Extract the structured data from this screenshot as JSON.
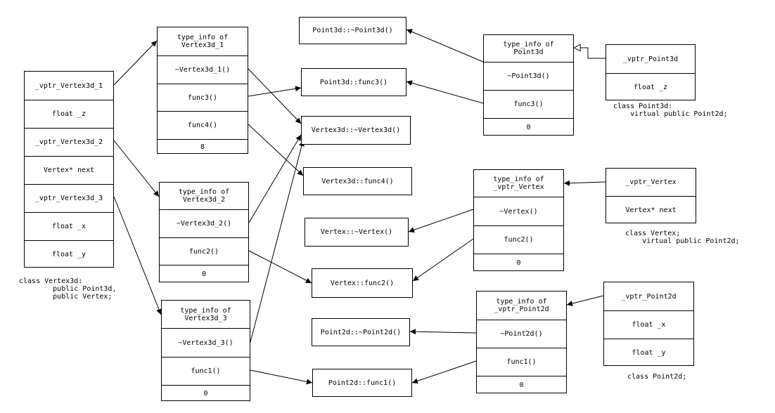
{
  "vertex3d_object": {
    "rows": [
      "_vptr_Vertex3d_1",
      "float _z",
      "_vptr_Vertex3d_2",
      "Vertex* next",
      "_vptr_Vertex3d_3",
      "float _x",
      "float _y"
    ],
    "caption": "class Vertex3d:\n        public Point3d,\n        public Vertex;"
  },
  "vtable_vertex3d_1": {
    "header": "type_info of\nVertex3d_1",
    "rows": [
      "~Vertex3d_1()",
      "func3()",
      "func4()",
      "8"
    ]
  },
  "vtable_vertex3d_2": {
    "header": "type_info of\nVertex3d_2",
    "rows": [
      "~Vertex3d_2()",
      "func2()",
      "0"
    ]
  },
  "vtable_vertex3d_3": {
    "header": "type_info of\nVertex3d_3",
    "rows": [
      "~Vertex3d_3()",
      "func1()",
      "0"
    ]
  },
  "functions": {
    "point3d_dtor": "Point3d::~Point3d()",
    "point3d_func3": "Point3d::func3()",
    "vertex3d_dtor": "Vertex3d::~Vertex3d()",
    "vertex3d_func4": "Vertex3d::func4()",
    "vertex_dtor": "Vertex::~Vertex()",
    "vertex_func2": "Vertex::func2()",
    "point2d_dtor": "Point2d::~Point2d()",
    "point2d_func1": "Point2d::func1()"
  },
  "vtable_point3d": {
    "header": "type_info of\nPoint3d",
    "rows": [
      "~Point3d()",
      "func3()",
      "0"
    ]
  },
  "vtable_vertex": {
    "header": "type_info of\n_vptr_Vertex",
    "rows": [
      "~Vertex()",
      "func2()",
      "0"
    ]
  },
  "vtable_point2d": {
    "header": "type_info of\n_vptr_Point2d",
    "rows": [
      "~Point2d()",
      "func1()",
      "0"
    ]
  },
  "point3d_object": {
    "rows": [
      "_vptr_Point3d",
      "float _z"
    ],
    "caption": "class Point3d:\n    virtual public Point2d;"
  },
  "vertex_object": {
    "rows": [
      "_vptr_Vertex",
      "Vertex* next"
    ],
    "caption": "class Vertex;\n    virtual public Point2d;"
  },
  "point2d_object": {
    "rows": [
      "_vptr_Point2d",
      "float _x",
      "float _y"
    ],
    "caption": "class Point2d;"
  }
}
